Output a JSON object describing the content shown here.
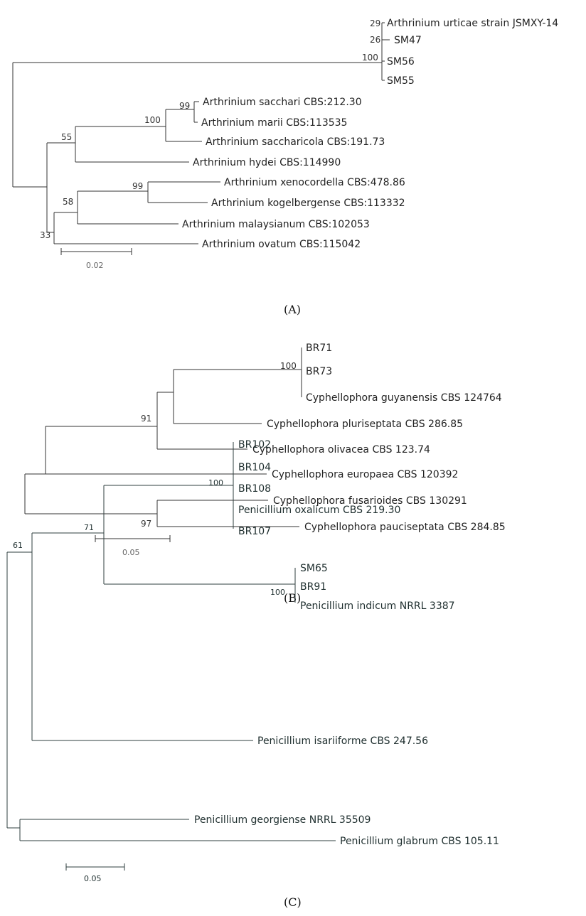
{
  "panels": [
    {
      "id": "A",
      "caption": "(A)",
      "scale_label": "0.02",
      "leaves": [
        {
          "key": "jsmxy14",
          "label": "Arthrinium urticae strain JSMXY-14"
        },
        {
          "key": "sm47",
          "label": "SM47"
        },
        {
          "key": "sm56",
          "label": "SM56"
        },
        {
          "key": "sm55",
          "label": "SM55"
        },
        {
          "key": "sacchari",
          "label": "Arthrinium sacchari CBS:212.30"
        },
        {
          "key": "marii",
          "label": "Arthrinium marii CBS:113535"
        },
        {
          "key": "saccharicola",
          "label": "Arthrinium saccharicola CBS:191.73"
        },
        {
          "key": "hydei",
          "label": "Arthrinium hydei CBS:114990"
        },
        {
          "key": "xenocordella",
          "label": "Arthrinium xenocordella CBS:478.86"
        },
        {
          "key": "kogelbergense",
          "label": "Arthrinium kogelbergense CBS:113332"
        },
        {
          "key": "malaysianum",
          "label": "Arthrinium malaysianum CBS:102053"
        },
        {
          "key": "ovatum",
          "label": "Arthrinium ovatum CBS:115042"
        }
      ],
      "bootstrap": [
        "29",
        "26",
        "100",
        "99",
        "100",
        "55",
        "99",
        "58",
        "33"
      ]
    },
    {
      "id": "B",
      "caption": "(B)",
      "scale_label": "0.05",
      "leaves": [
        {
          "key": "br71",
          "label": "BR71"
        },
        {
          "key": "br73",
          "label": "BR73"
        },
        {
          "key": "guyanensis",
          "label": "Cyphellophora guyanensis CBS 124764"
        },
        {
          "key": "pluriseptata",
          "label": "Cyphellophora pluriseptata CBS 286.85"
        },
        {
          "key": "olivacea",
          "label": "Cyphellophora olivacea CBS 123.74"
        },
        {
          "key": "europaea",
          "label": "Cyphellophora europaea CBS 120392"
        },
        {
          "key": "fusarioides",
          "label": "Cyphellophora fusarioides CBS 130291"
        },
        {
          "key": "pauciseptata",
          "label": "Cyphellophora pauciseptata CBS 284.85"
        }
      ],
      "bootstrap": [
        "100",
        "91",
        "97"
      ]
    },
    {
      "id": "C",
      "caption": "(C)",
      "scale_label": "0.05",
      "leaves": [
        {
          "key": "br102",
          "label": "BR102"
        },
        {
          "key": "br104",
          "label": "BR104"
        },
        {
          "key": "br108",
          "label": "BR108"
        },
        {
          "key": "oxalicum",
          "label": "Penicillium oxalicum CBS 219.30"
        },
        {
          "key": "br107",
          "label": "BR107"
        },
        {
          "key": "sm65",
          "label": "SM65"
        },
        {
          "key": "br91",
          "label": "BR91"
        },
        {
          "key": "indicum",
          "label": "Penicillium indicum NRRL 3387"
        },
        {
          "key": "isariiforme",
          "label": "Penicillium isariiforme CBS 247.56"
        },
        {
          "key": "georgiense",
          "label": "Penicillium georgiense NRRL 35509"
        },
        {
          "key": "glabrum",
          "label": "Penicillium glabrum  CBS 105.11"
        }
      ],
      "bootstrap": [
        "100",
        "71",
        "100",
        "61"
      ]
    }
  ]
}
